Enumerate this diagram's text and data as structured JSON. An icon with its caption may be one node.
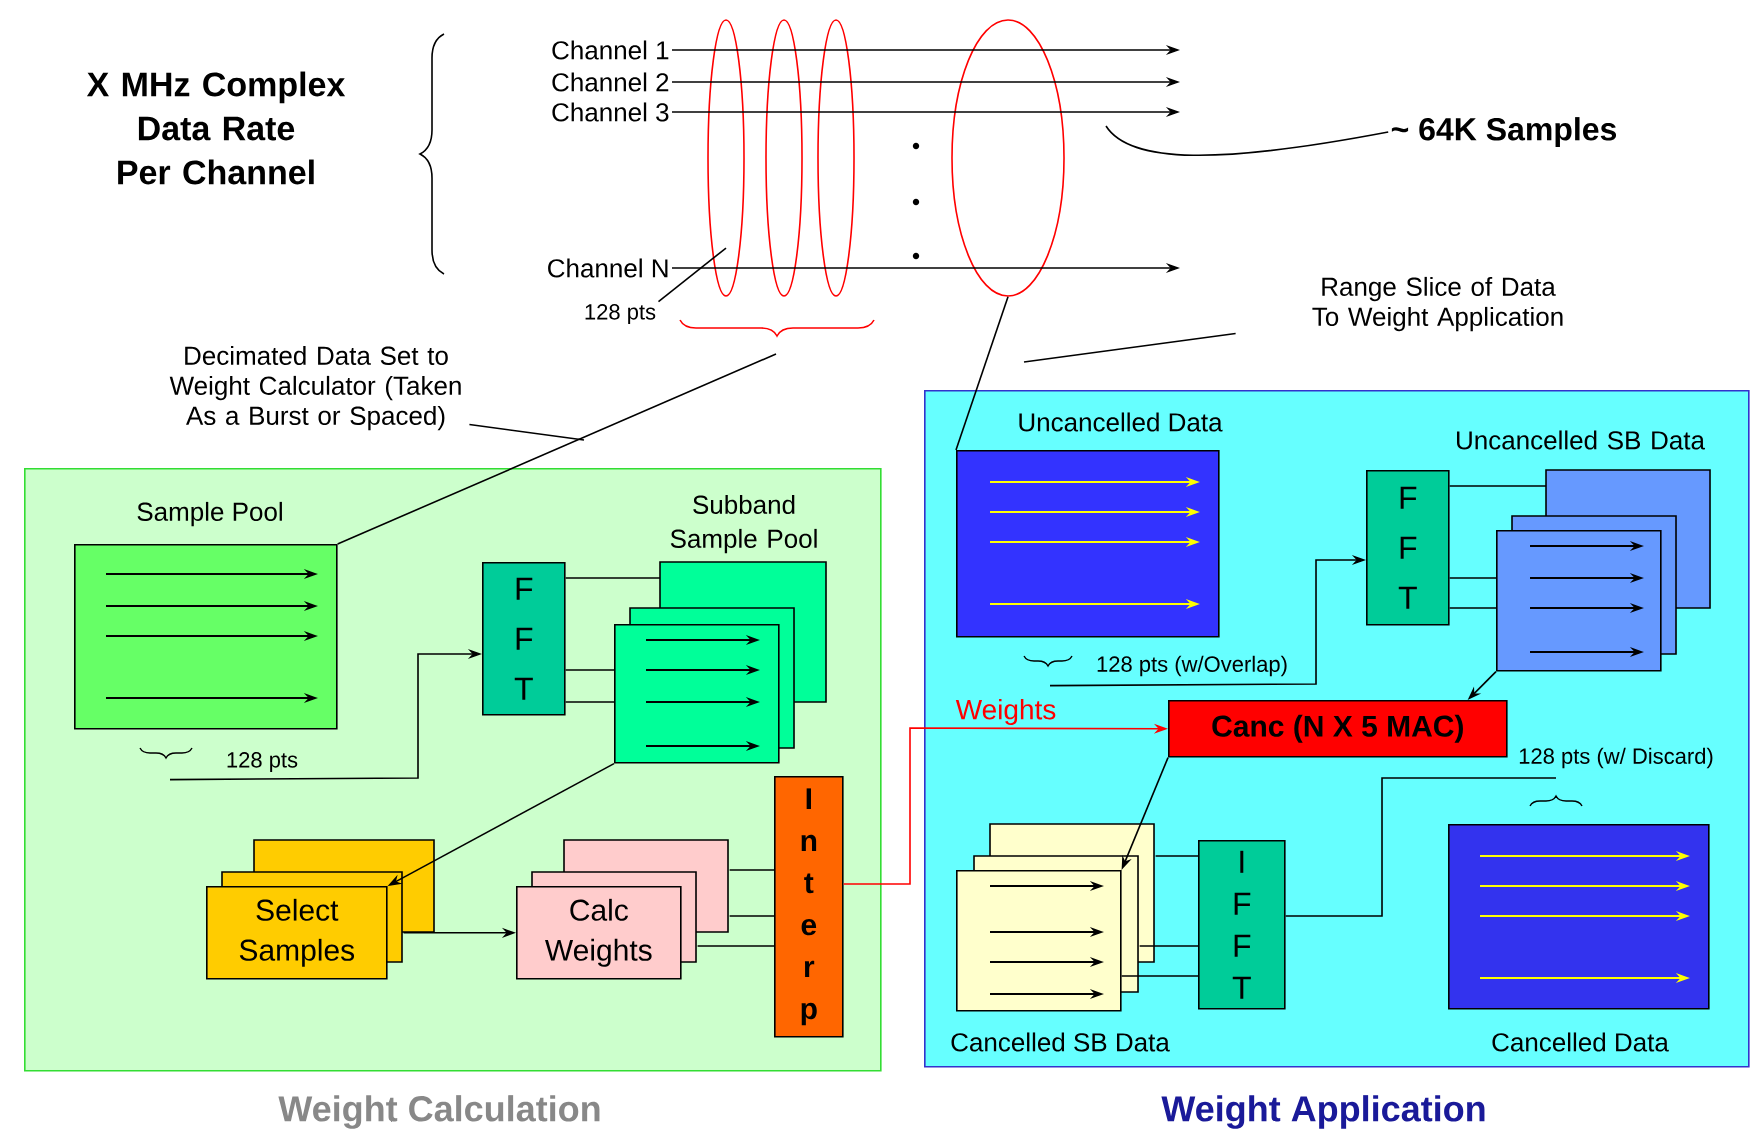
{
  "diagram": {
    "nodes": [
      {
        "text": [
          "Channel 1"
        ]
      },
      {
        "text": [
          "Channel 2"
        ]
      },
      {
        "text": [
          "Channel 3"
        ]
      },
      {
        "text": [
          "Channel N"
        ]
      },
      {
        "text": [
          "~ 64K Samples"
        ]
      },
      {
        "text": [
          "128 pts"
        ]
      },
      {
        "text": [
          "Range Slice of Data To Weight Application"
        ]
      },
      {
        "text": [
          "Decimated Data Set to Weight Calculator (Taken As a Burst or Spaced)"
        ]
      },
      {
        "text": [
          "Weight Calculation"
        ]
      },
      {
        "text": [
          "Sample Pool"
        ],
        "in": 8
      },
      {
        "text": [
          "F F T"
        ],
        "in": 8
      },
      {
        "text": [
          "Subband Sample Pool"
        ],
        "in": 8
      },
      {
        "text": [
          "Select Samples"
        ],
        "in": 8
      },
      {
        "text": [
          "Calc Weights"
        ],
        "in": 8
      },
      {
        "text": [
          "I n t e r p"
        ],
        "in": 8
      },
      {
        "text": [
          "Weight Application"
        ]
      },
      {
        "text": [
          "Uncancelled Data"
        ],
        "in": 15
      },
      {
        "text": [
          "F F T"
        ],
        "in": 15
      },
      {
        "text": [
          "Uncancelled SB Data"
        ],
        "in": 15
      },
      {
        "text": [
          "Canc (N X 5 MAC)"
        ],
        "in": 15
      },
      {
        "text": [
          "Cancelled SB Data"
        ],
        "in": 15
      },
      {
        "text": [
          "I F F T"
        ],
        "in": 15
      },
      {
        "text": [
          "Cancelled Data"
        ],
        "in": 15
      },
      {
        "text": [],
        "shape": "ellipse"
      },
      {
        "text": [],
        "shape": "ellipse"
      },
      {
        "text": [],
        "shape": "ellipse"
      },
      {
        "text": [],
        "shape": "ellipse"
      }
    ],
    "edges": [
      {
        "from": 0,
        "to": null,
        "arrow": "to"
      },
      {
        "from": 1,
        "to": null,
        "arrow": "to"
      },
      {
        "from": 2,
        "to": null,
        "arrow": "to"
      },
      {
        "from": 3,
        "to": null,
        "arrow": "to"
      },
      {
        "from": 4,
        "to": null,
        "arrow": "none"
      },
      {
        "from": 5,
        "to": 23,
        "arrow": "none"
      },
      {
        "from": 6,
        "to": null,
        "arrow": "none"
      },
      {
        "from": 7,
        "to": null,
        "arrow": "none"
      },
      {
        "from": null,
        "to": 9,
        "arrow": "none"
      },
      {
        "from": 26,
        "to": 16,
        "arrow": "none"
      },
      {
        "from": 9,
        "to": 10,
        "arrow": "to",
        "label": "128 pts"
      },
      {
        "from": 10,
        "to": 11,
        "arrow": "none"
      },
      {
        "from": 10,
        "to": 11,
        "arrow": "none"
      },
      {
        "from": 10,
        "to": 11,
        "arrow": "none"
      },
      {
        "from": 11,
        "to": 12,
        "arrow": "to"
      },
      {
        "from": 12,
        "to": 13,
        "arrow": "to"
      },
      {
        "from": 13,
        "to": 14,
        "arrow": "none"
      },
      {
        "from": 13,
        "to": 14,
        "arrow": "none"
      },
      {
        "from": 13,
        "to": 14,
        "arrow": "none"
      },
      {
        "from": 14,
        "to": 19,
        "arrow": "to",
        "label": "Weights",
        "color": "#ff0000"
      },
      {
        "from": 16,
        "to": 17,
        "arrow": "to",
        "label": "128 pts (w/Overlap)"
      },
      {
        "from": 17,
        "to": 18,
        "arrow": "none"
      },
      {
        "from": 17,
        "to": 18,
        "arrow": "none"
      },
      {
        "from": 17,
        "to": 18,
        "arrow": "none"
      },
      {
        "from": 18,
        "to": 19,
        "arrow": "to"
      },
      {
        "from": 19,
        "to": 20,
        "arrow": "to"
      },
      {
        "from": 20,
        "to": 21,
        "arrow": "none"
      },
      {
        "from": 20,
        "to": 21,
        "arrow": "none"
      },
      {
        "from": 20,
        "to": 21,
        "arrow": "none"
      },
      {
        "from": 21,
        "to": 22,
        "arrow": "none",
        "label": "128 pts (w/ Discard)"
      }
    ],
    "labels": [
      "X MHz Complex Data Rate Per Channel"
    ]
  }
}
